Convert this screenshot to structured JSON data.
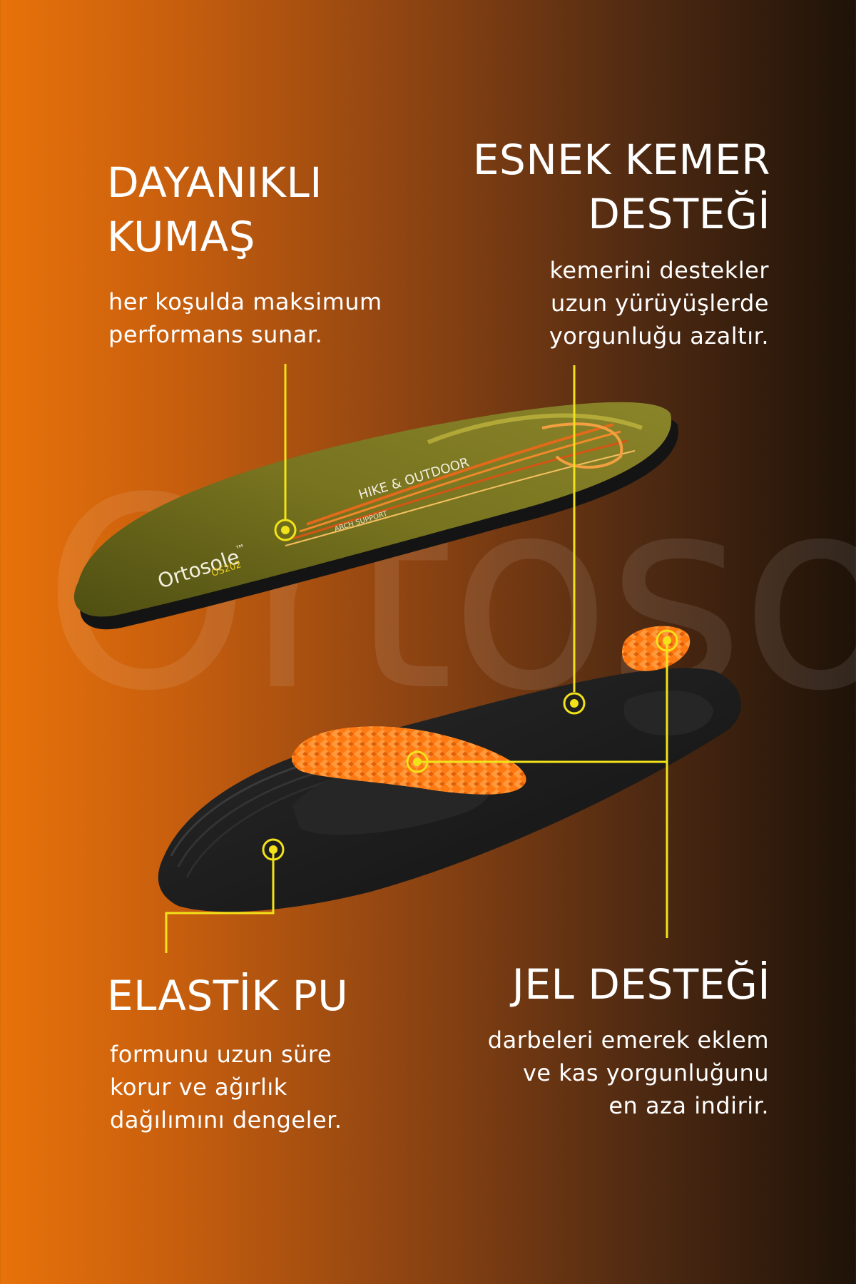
{
  "watermark": "Ortosole",
  "features": {
    "fabric": {
      "title_lines": [
        "DAYANIKLI",
        "KUMAŞ"
      ],
      "desc_lines": [
        "her koşulda maksimum",
        "performans sunar."
      ]
    },
    "arch": {
      "title_lines": [
        "ESNEK KEMER",
        "DESTEĞİ"
      ],
      "desc_lines": [
        "kemerini destekler",
        "uzun yürüyüşlerde",
        "yorgunluğu azaltır."
      ]
    },
    "pu": {
      "title_lines": [
        "ELASTİK PU"
      ],
      "desc_lines": [
        "formunu uzun süre",
        "korur ve ağırlık",
        "dağılımını dengeler."
      ]
    },
    "gel": {
      "title_lines": [
        "JEL DESTEĞİ"
      ],
      "desc_lines": [
        "darbeleri emerek eklem",
        "ve kas yorgunluğunu",
        "en aza indirir."
      ]
    }
  },
  "product": {
    "brand": "Ortosole",
    "trademark": "™",
    "model": "OS202",
    "tagline": "HIKE & OUTDOOR",
    "sub_tagline": "ARCH SUPPORT"
  },
  "colors": {
    "accent": "#f2e21a",
    "gel": "#ff7a12",
    "insole_top": "#6b6a1e",
    "insole_base": "#1c1c1c"
  }
}
